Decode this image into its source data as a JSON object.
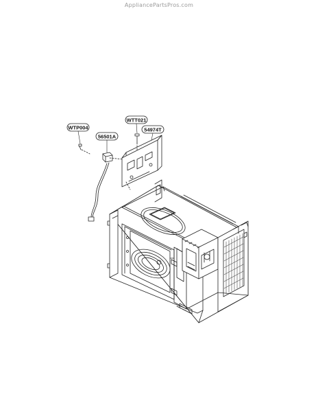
{
  "watermark": "AppliancePartsPros.com",
  "callouts": [
    {
      "id": "wtp004",
      "label": "WTP004"
    },
    {
      "id": "56501a",
      "label": "56501A"
    },
    {
      "id": "wtt021",
      "label": "WTT021"
    },
    {
      "id": "54974t",
      "label": "54974T"
    }
  ],
  "colors": {
    "line": "#222222",
    "text": "#111111",
    "watermark": "#9a9a9a"
  }
}
